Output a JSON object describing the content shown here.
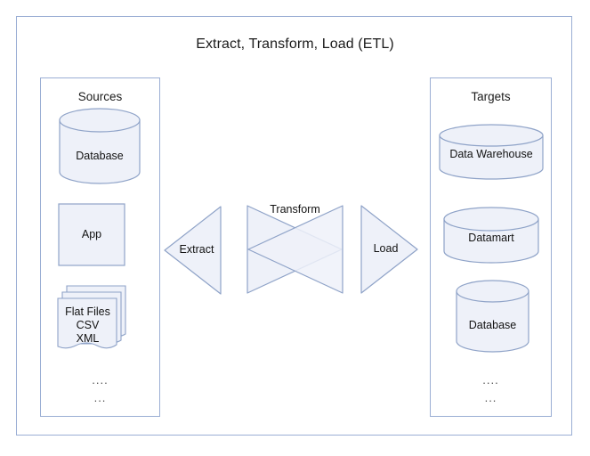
{
  "diagram": {
    "title": "Extract, Transform, Load (ETL)",
    "colors": {
      "shape_fill": "#eef1f9",
      "shape_stroke": "#8fa3c8",
      "frame_stroke": "#9aaed4",
      "text": "#1b1b1b",
      "background": "#ffffff"
    },
    "sources_panel": {
      "title": "Sources",
      "nodes": [
        {
          "label": "Database",
          "shape": "cylinder"
        },
        {
          "label": "App",
          "shape": "rectangle"
        },
        {
          "label": "Flat Files\nCSV\nXML",
          "shape": "stacked-document",
          "line1": "Flat Files",
          "line2": "CSV",
          "line3": "XML"
        }
      ],
      "ellipsis_top": "....",
      "ellipsis_bottom": "..."
    },
    "targets_panel": {
      "title": "Targets",
      "nodes": [
        {
          "label": "Data Warehouse",
          "shape": "cylinder"
        },
        {
          "label": "Datamart",
          "shape": "cylinder"
        },
        {
          "label": "Database",
          "shape": "cylinder"
        }
      ],
      "ellipsis_top": "....",
      "ellipsis_bottom": "..."
    },
    "process_steps": [
      {
        "label": "Extract",
        "shape": "triangle-left"
      },
      {
        "label": "Transform",
        "shape": "bowtie"
      },
      {
        "label": "Load",
        "shape": "triangle-right"
      }
    ]
  }
}
